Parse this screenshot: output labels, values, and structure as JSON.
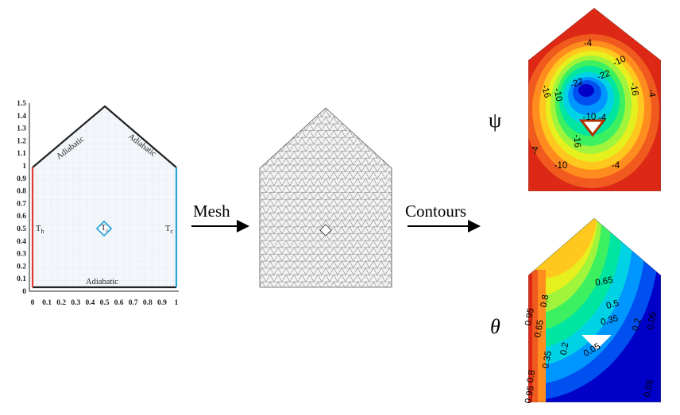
{
  "domain_view": {
    "geometry_panel": {
      "y_ticks": [
        "0",
        "0.1",
        "0.2",
        "0.3",
        "0.4",
        "0.5",
        "0.6",
        "0.7",
        "0.8",
        "0.9",
        "1",
        "1.1",
        "1.2",
        "1.3",
        "1.4",
        "1.5"
      ],
      "x_ticks": [
        "0",
        "0.1",
        "0.2",
        "0.3",
        "0.4",
        "0.5",
        "0.6",
        "0.7",
        "0.8",
        "0.9",
        "1"
      ],
      "labels": {
        "roof_left": "Adiabatic",
        "roof_right": "Adiabatic",
        "bottom": "Adiabatic",
        "hot_wall": "T",
        "hot_wall_sub": "h",
        "cold_wall": "T",
        "cold_wall_sub": "c",
        "inner_body": "T",
        "inner_body_sub": "c"
      },
      "colors": {
        "hot": "#e53935",
        "cold": "#2aa5dc",
        "frame": "#222222"
      }
    },
    "arrows": {
      "mesh_label": "Mesh",
      "contours_label": "Contours"
    },
    "contour_panels": {
      "psi": {
        "symbol": "ψ",
        "labels": [
          "-4",
          "-10",
          "-16",
          "-22",
          "-22",
          "-10",
          "-16",
          "-4",
          "-10",
          "-4",
          "-16",
          "-10",
          "-4",
          "-4"
        ]
      },
      "theta": {
        "symbol": "θ",
        "labels": [
          "0.65",
          "0.5",
          "0.35",
          "0.2",
          "0.05",
          "0.8",
          "0.95",
          "0.65",
          "0.35",
          "0.2",
          "0.05",
          "0.8",
          "0.95",
          "0.05"
        ]
      },
      "palette": [
        "#0000c8",
        "#0050f0",
        "#0096ff",
        "#00d2e6",
        "#00e6a0",
        "#3cf060",
        "#a0f53c",
        "#e6f01e",
        "#ffc81e",
        "#ff8c1e",
        "#f05a1e",
        "#dc2814"
      ]
    }
  }
}
